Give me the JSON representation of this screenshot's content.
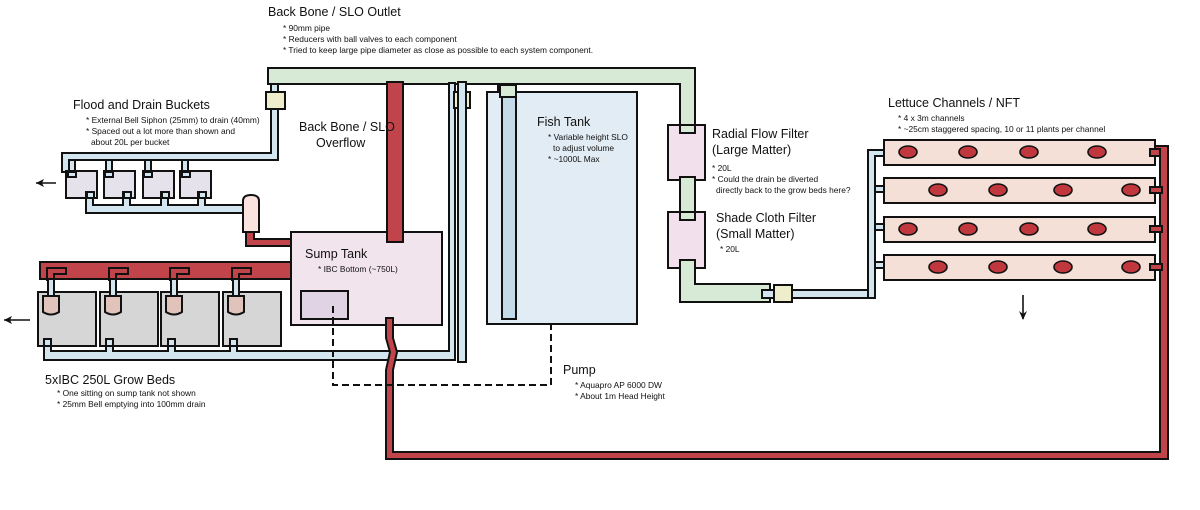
{
  "diagram": {
    "backbone_outlet": {
      "title": "Back Bone / SLO Outlet",
      "notes": [
        "* 90mm pipe",
        "* Reducers with ball valves to each component",
        "* Tried to keep large pipe diameter as close as possible to each system component."
      ]
    },
    "flood_drain": {
      "title": "Flood and Drain Buckets",
      "notes": [
        "* External Bell Siphon (25mm) to drain (40mm)",
        "* Spaced out a lot more than shown and",
        "about 20L per bucket"
      ],
      "bucket_count": 4
    },
    "backbone_overflow": {
      "title_line1": "Back Bone / SLO",
      "title_line2": "Overflow"
    },
    "sump": {
      "title": "Sump Tank",
      "notes": [
        "* IBC Bottom (~750L)"
      ]
    },
    "fish_tank": {
      "title": "Fish Tank",
      "notes": [
        "* Variable height SLO",
        "to adjust volume",
        "* ~1000L Max"
      ]
    },
    "radial_filter": {
      "title_line1": "Radial Flow Filter",
      "title_line2": "(Large Matter)",
      "notes": [
        "* 20L",
        "* Could the drain be diverted",
        "directly back to the grow beds here?"
      ]
    },
    "shade_filter": {
      "title_line1": "Shade Cloth Filter",
      "title_line2": "(Small Matter)",
      "notes": [
        "* 20L"
      ]
    },
    "lettuce": {
      "title": "Lettuce Channels / NFT",
      "notes": [
        "* 4 x 3m channels",
        "* ~25cm staggered spacing, 10 or 11 plants per channel"
      ],
      "channel_count": 4
    },
    "grow_beds": {
      "title": "5xIBC 250L Grow Beds",
      "notes": [
        "* One sitting on sump tank not shown",
        "* 25mm Bell emptying into 100mm drain"
      ],
      "bed_count": 4
    },
    "pump": {
      "title": "Pump",
      "notes": [
        "* Aquapro AP 6000 DW",
        "* About 1m Head Height"
      ]
    },
    "colors": {
      "return_pipe": "#c0444a",
      "drain_pipe": "#d3e5ef",
      "backbone_pipe": "#d6ead6"
    }
  }
}
